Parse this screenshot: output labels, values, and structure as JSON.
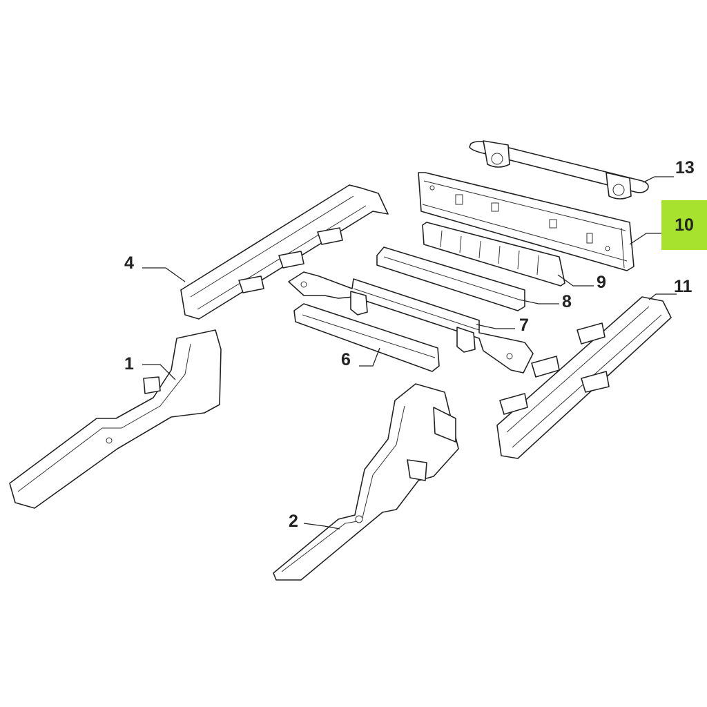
{
  "diagram": {
    "highlight_color": "#a6e22e",
    "callouts": [
      {
        "id": "1",
        "label": "1"
      },
      {
        "id": "2",
        "label": "2"
      },
      {
        "id": "4",
        "label": "4"
      },
      {
        "id": "6",
        "label": "6"
      },
      {
        "id": "7",
        "label": "7"
      },
      {
        "id": "8",
        "label": "8"
      },
      {
        "id": "9",
        "label": "9"
      },
      {
        "id": "10",
        "label": "10",
        "highlighted": true
      },
      {
        "id": "11",
        "label": "11"
      },
      {
        "id": "13",
        "label": "13"
      }
    ]
  }
}
